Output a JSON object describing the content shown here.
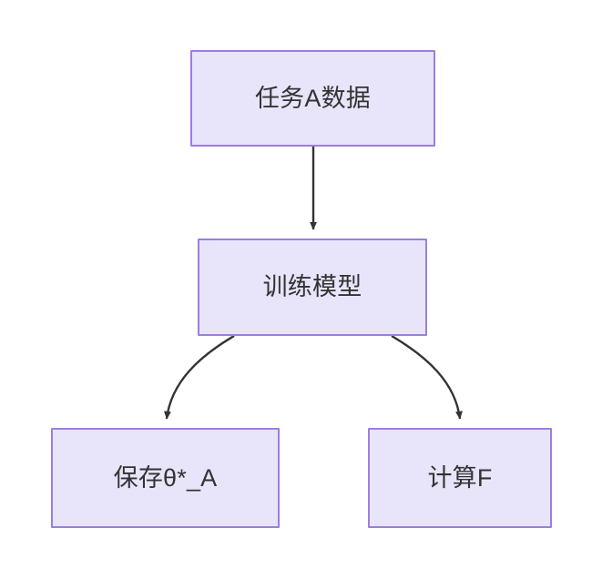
{
  "diagram": {
    "type": "flowchart",
    "direction": "top-down",
    "background_color": "#ffffff",
    "node_fill_color": "#e8e5fb",
    "node_border_color": "#9b7ee0",
    "node_text_color": "#333333",
    "edge_color": "#333333",
    "nodes": [
      {
        "id": "task-a-data",
        "label": "任务A数据"
      },
      {
        "id": "train-model",
        "label": "训练模型"
      },
      {
        "id": "save-theta",
        "label": "保存θ*_A"
      },
      {
        "id": "compute-f",
        "label": "计算F"
      }
    ],
    "edges": [
      {
        "from": "task-a-data",
        "to": "train-model",
        "style": "straight",
        "label": ""
      },
      {
        "from": "train-model",
        "to": "save-theta",
        "style": "curved",
        "label": ""
      },
      {
        "from": "train-model",
        "to": "compute-f",
        "style": "curved",
        "label": ""
      }
    ]
  }
}
